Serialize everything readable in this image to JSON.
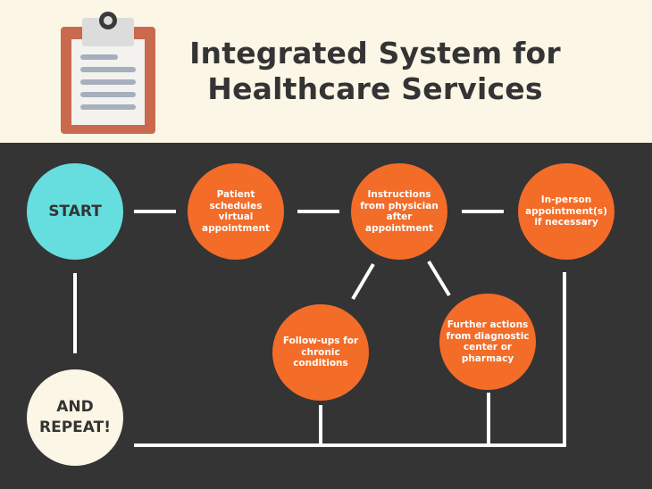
{
  "header": {
    "title_line1": "Integrated System for",
    "title_line2": "Healthcare Services",
    "icon": "clipboard-icon"
  },
  "nodes": {
    "start": "START",
    "schedule": "Patient\nschedules\nvirtual\nappointment",
    "instructions": "Instructions\nfrom physician\nafter\nappointment",
    "inperson": "In-person\nappointment(s)\nif necessary",
    "followups": "Follow-ups for\nchronic\nconditions",
    "further": "Further actions\nfrom diagnostic\ncenter or\npharmacy",
    "repeat": "AND\nREPEAT!"
  },
  "colors": {
    "header_bg": "#FCF6E6",
    "body_bg": "#343434",
    "orange": "#F36C28",
    "teal": "#66DEDF",
    "cream": "#FCF6E6",
    "line": "#FFFFFF"
  }
}
